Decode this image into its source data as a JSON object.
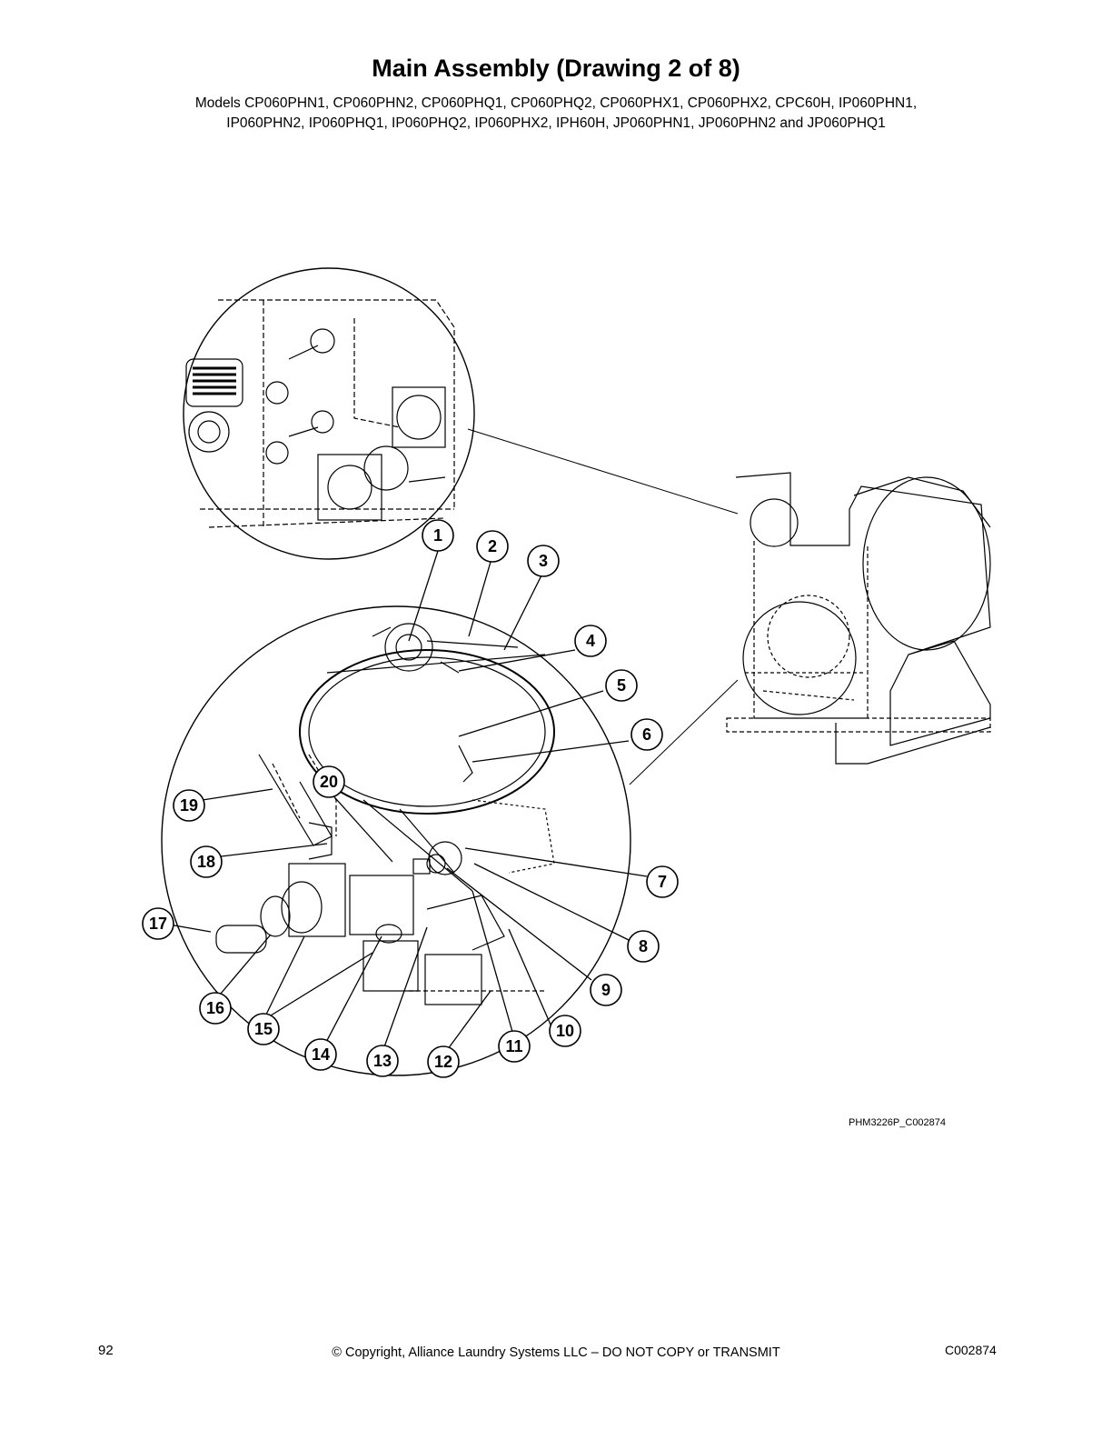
{
  "title": "Main Assembly (Drawing 2 of 8)",
  "models_line1": "Models CP060PHN1, CP060PHN2, CP060PHQ1, CP060PHQ2, CP060PHX1, CP060PHX2, CPC60H, IP060PHN1,",
  "models_line2": "IP060PHN2, IP060PHQ1, IP060PHQ2, IP060PHX2, IPH60H, JP060PHN1, JP060PHN2 and JP060PHQ1",
  "callouts": [
    "1",
    "2",
    "3",
    "4",
    "5",
    "6",
    "7",
    "8",
    "9",
    "10",
    "11",
    "12",
    "13",
    "14",
    "15",
    "16",
    "17",
    "18",
    "19",
    "20"
  ],
  "figure_id": "PHM3226P_C002874",
  "footer": {
    "page_number": "92",
    "copyright": "© Copyright, Alliance Laundry Systems LLC – DO NOT COPY or TRANSMIT",
    "doc_code": "C002874"
  }
}
